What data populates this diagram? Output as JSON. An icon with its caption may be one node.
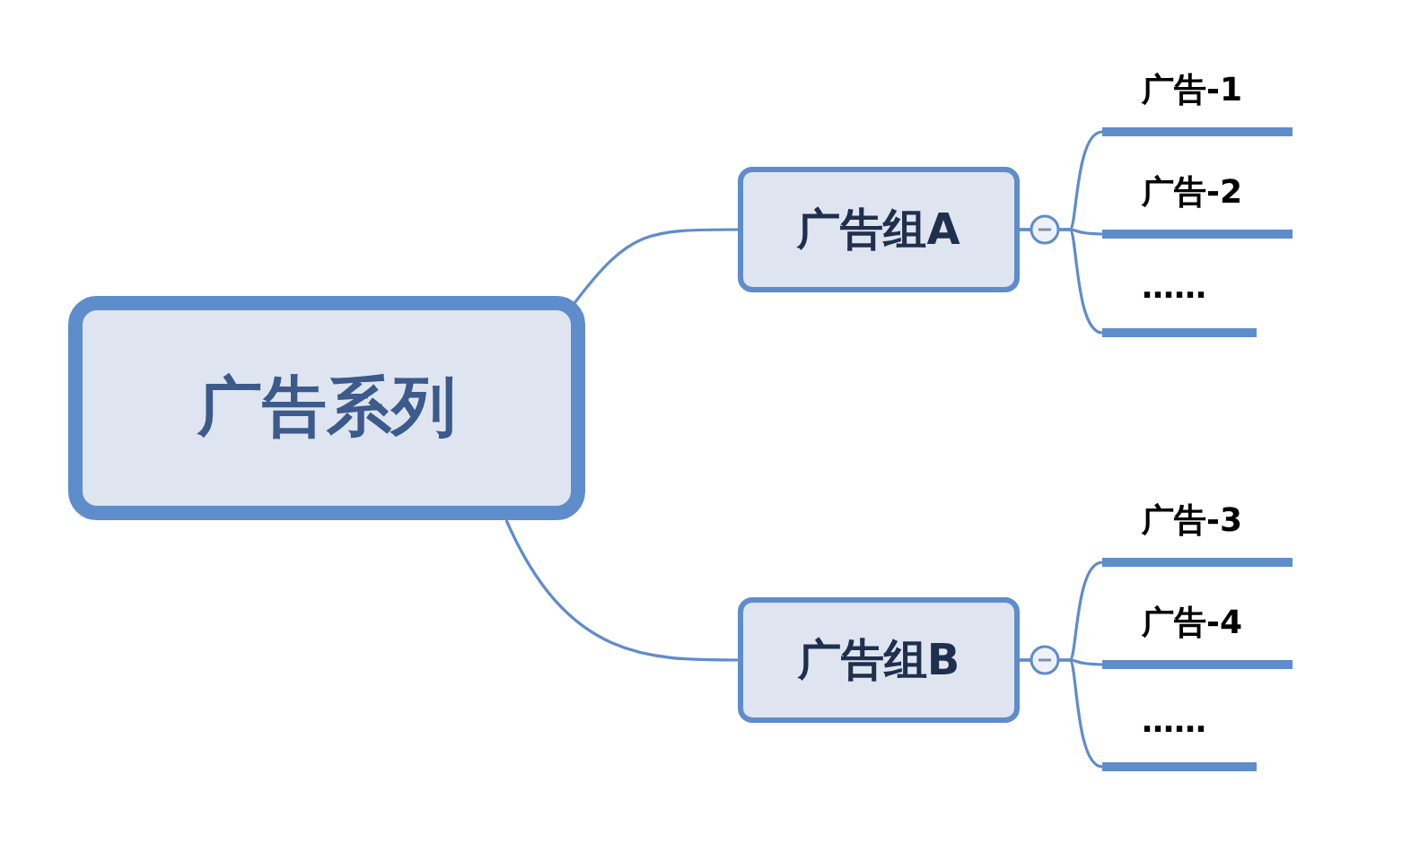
{
  "diagram": {
    "nodes": [
      {
        "text": [
          "广告系列"
        ]
      },
      {
        "text": [
          "广告组A"
        ]
      },
      {
        "text": [
          "广告组B"
        ]
      },
      {
        "text": [
          "广告-1"
        ]
      },
      {
        "text": [
          "广告-2"
        ]
      },
      {
        "text": [
          "……"
        ]
      },
      {
        "text": [
          "广告-3"
        ]
      },
      {
        "text": [
          "广告-4"
        ]
      },
      {
        "text": [
          "……"
        ]
      }
    ],
    "edges": [
      {
        "from": 0,
        "to": 1,
        "arrow": "none"
      },
      {
        "from": 0,
        "to": 2,
        "arrow": "none"
      },
      {
        "from": 1,
        "to": 3,
        "arrow": "none"
      },
      {
        "from": 1,
        "to": 4,
        "arrow": "none"
      },
      {
        "from": 1,
        "to": 5,
        "arrow": "none"
      },
      {
        "from": 2,
        "to": 6,
        "arrow": "none"
      },
      {
        "from": 2,
        "to": 7,
        "arrow": "none"
      },
      {
        "from": 2,
        "to": 8,
        "arrow": "none"
      }
    ]
  }
}
